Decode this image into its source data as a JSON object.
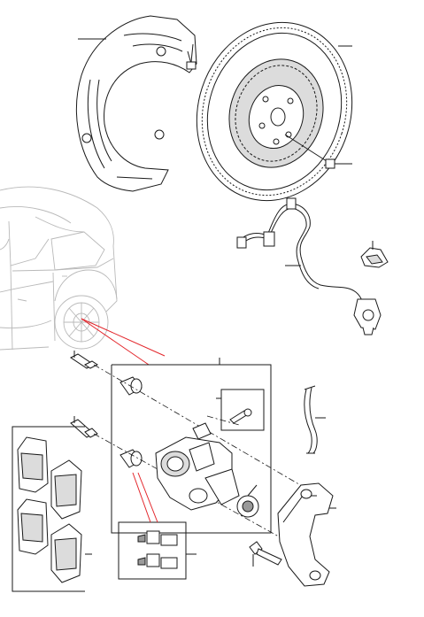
{
  "diagram": {
    "type": "exploded-parts-view",
    "colors": {
      "line": "#1a1a1a",
      "vehicle_outline": "#b9b9b9",
      "location_pointer": "#e3262b",
      "background": "#ffffff"
    },
    "parts": [
      "splash-shield",
      "splash-shield-bolt",
      "brake-disc",
      "disc-retaining-screw",
      "wheel-speed-sensor-harness",
      "harness-bracket",
      "guide-pin",
      "guide-pin-boot",
      "brake-caliper",
      "bleed-screw-kit",
      "anti-rattle-spring",
      "caliper-carrier",
      "carrier-bolt",
      "brake-pad-set",
      "guide-pin-bushing-kit"
    ]
  }
}
